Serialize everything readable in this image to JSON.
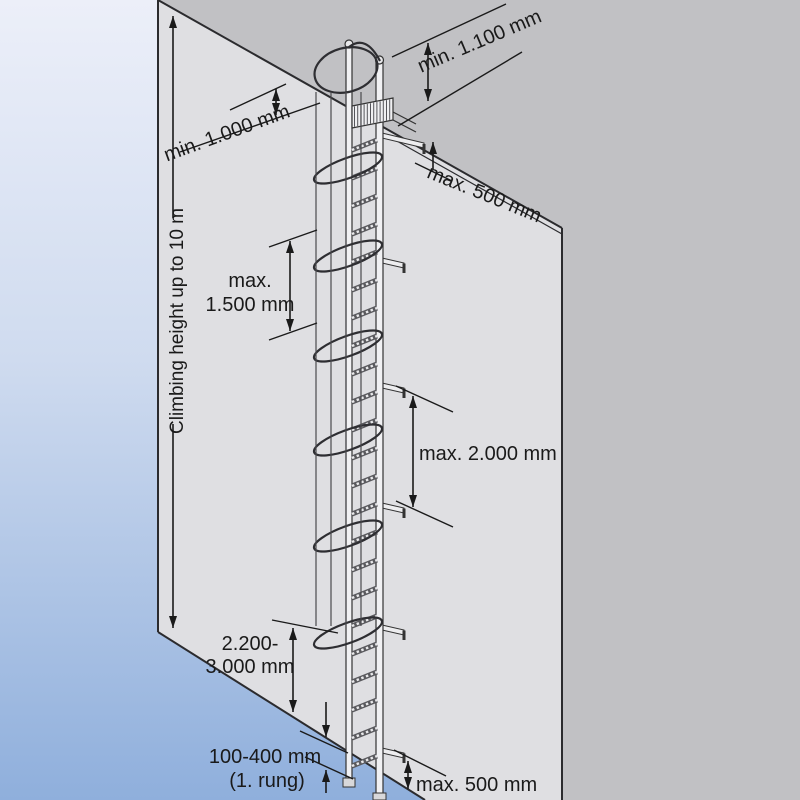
{
  "scene": {
    "background": {
      "sky_top": "#e9eef8",
      "sky_bottom": "#8fafdc"
    },
    "wall_color": "#dfdfe2",
    "roof_color": "#c1c1c4",
    "line_color": "#1a1a1a"
  },
  "annotations": {
    "climbing_height": "Climbing height up to 10 m",
    "cage_extension_above_roof": "min. 1.000 mm",
    "stile_extension": "min. 1.100 mm",
    "top_bracket_to_roof": "max. 500 mm",
    "hoop_spacing_line1": "max.",
    "hoop_spacing_line2": "1.500 mm",
    "bracket_spacing": "max. 2.000 mm",
    "cage_bottom_line1": "2.200-",
    "cage_bottom_line2": "3.000 mm",
    "first_rung_line1": "100-400 mm",
    "first_rung_line2": "(1. rung)",
    "bottom_bracket_height": "max. 500 mm"
  }
}
